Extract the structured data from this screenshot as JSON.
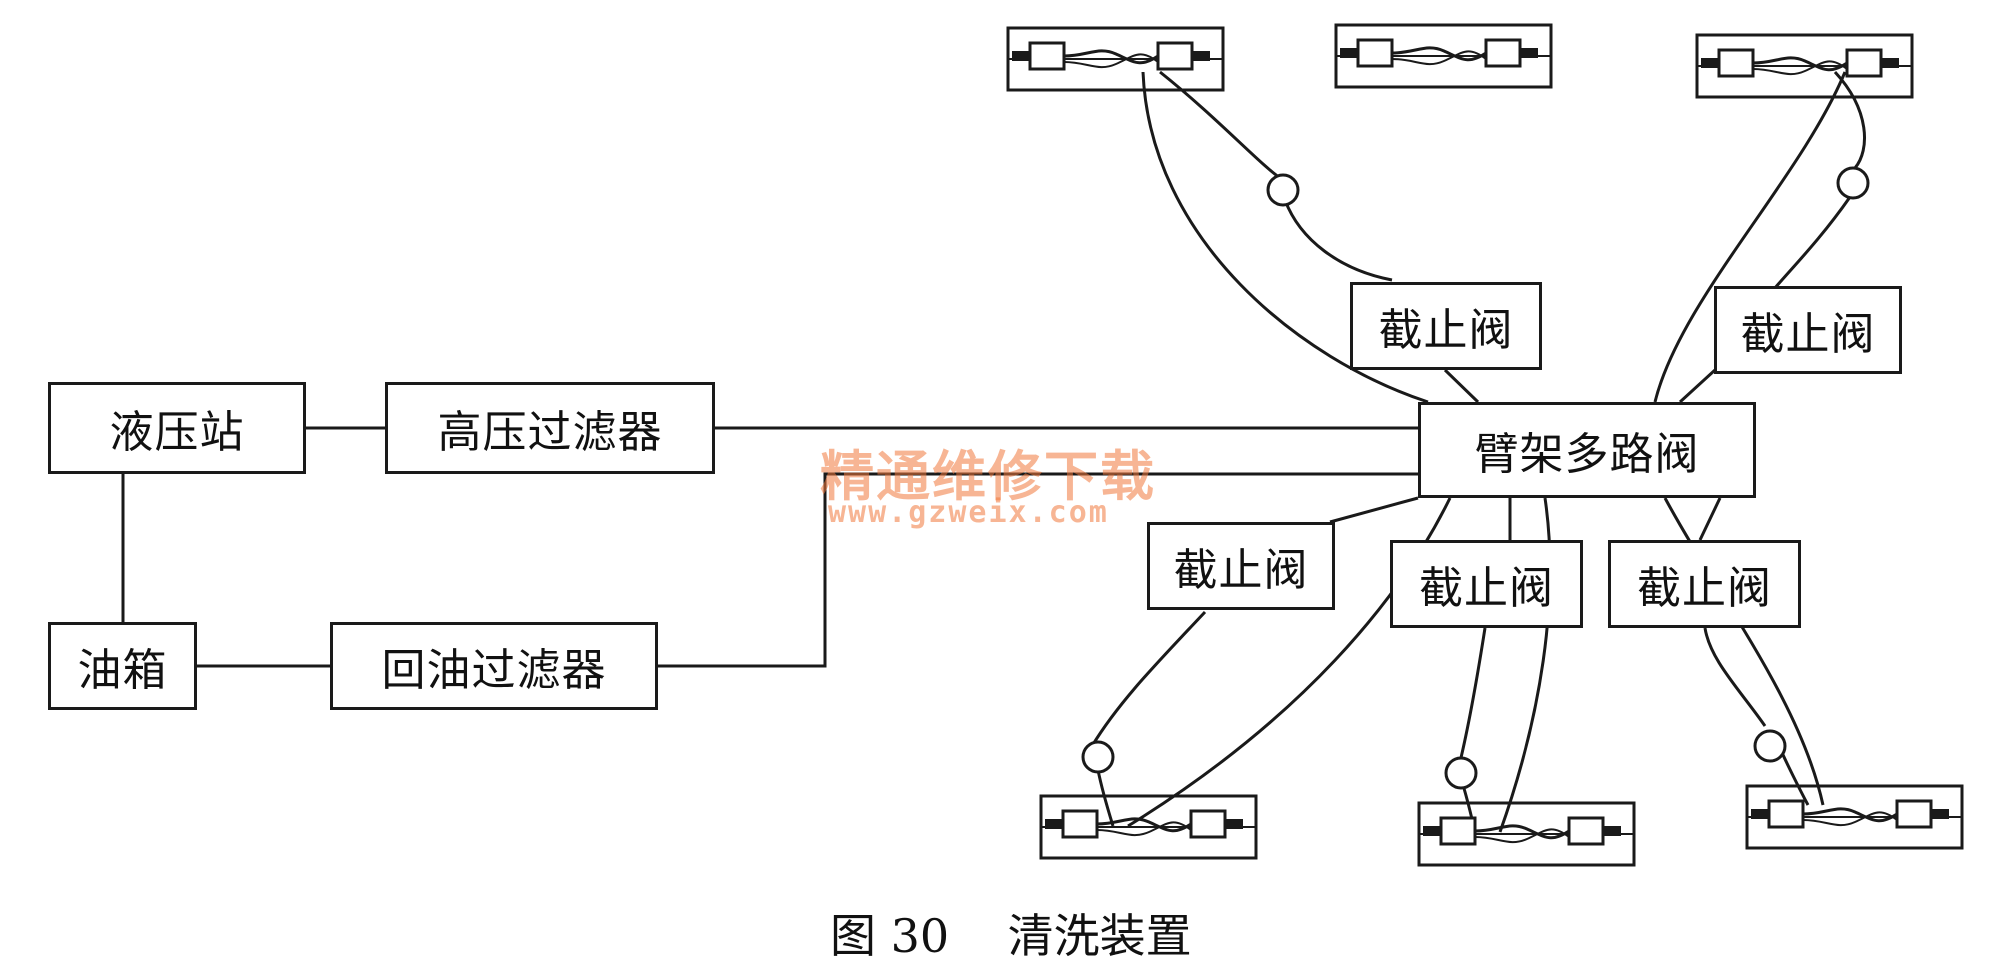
{
  "boxes": {
    "hydraulic_station": "液压站",
    "hp_filter": "高压过滤器",
    "oil_tank": "油箱",
    "return_filter": "回油过滤器",
    "multiway_valve": "臂架多路阀",
    "stop_valve": "截止阀"
  },
  "watermark": {
    "text": "精通维修下载",
    "url": "www.gzweix.com"
  },
  "caption": {
    "label": "图 30",
    "title": "清洗装置"
  }
}
